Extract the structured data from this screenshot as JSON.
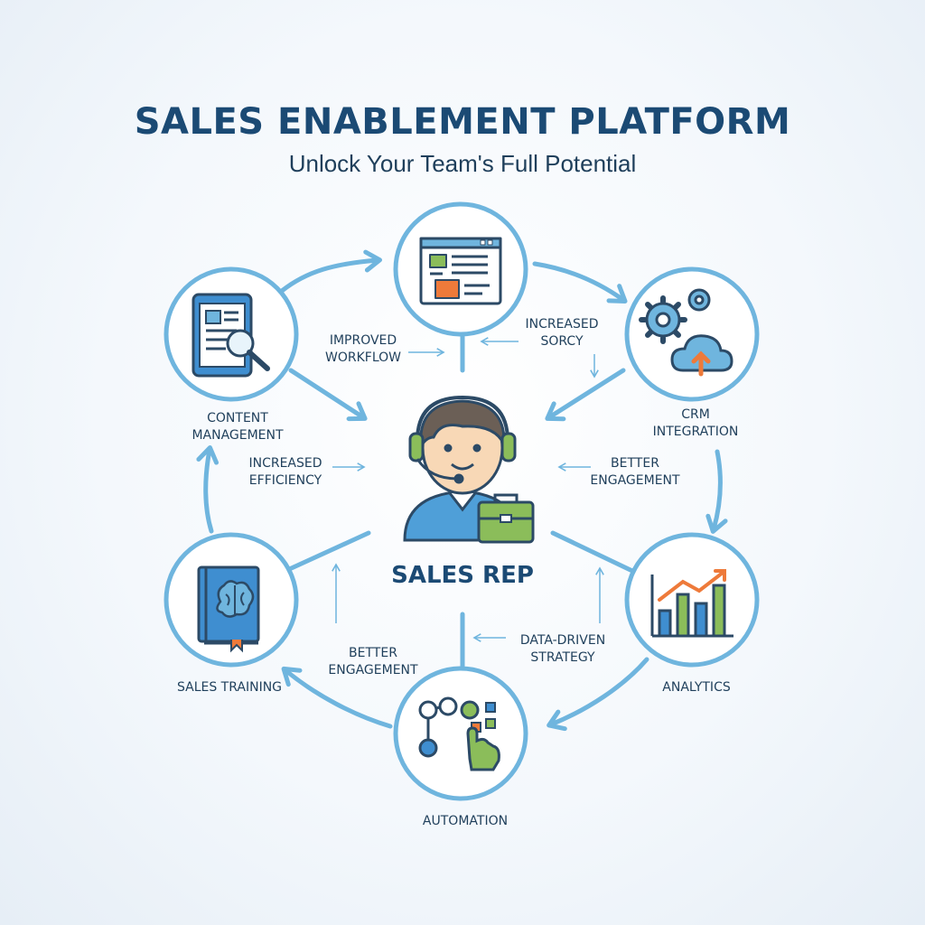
{
  "header": {
    "title": "SALES ENABLEMENT PLATFORM",
    "subtitle": "Unlock Your Team's Full Potential"
  },
  "center": {
    "label": "SALES REP",
    "icon": "sales-rep-headset-icon"
  },
  "nodes": [
    {
      "id": "top",
      "label": "",
      "icon": "content-window-icon"
    },
    {
      "id": "crm",
      "label": "CRM\nINTEGRATION",
      "icon": "gears-cloud-upload-icon"
    },
    {
      "id": "analytics",
      "label": "ANALYTICS",
      "icon": "bar-chart-trend-icon"
    },
    {
      "id": "automation",
      "label": "AUTOMATION",
      "icon": "automation-hand-icon"
    },
    {
      "id": "training",
      "label": "SALES TRAINING",
      "icon": "brain-book-icon"
    },
    {
      "id": "content",
      "label": "CONTENT\nMANAGEMENT",
      "icon": "tablet-search-icon"
    }
  ],
  "benefits": [
    {
      "id": "improved-workflow",
      "text": "IMPROVED\nWORKFLOW"
    },
    {
      "id": "increased-sorcy",
      "text": "INCREASED\nSORCY"
    },
    {
      "id": "increased-efficiency",
      "text": "INCREASED\nEFFICIENCY"
    },
    {
      "id": "better-engagement-right",
      "text": "BETTER\nENGAGEMENT"
    },
    {
      "id": "better-engagement-left",
      "text": "BETTER\nENGAGEMENT"
    },
    {
      "id": "data-driven-strategy",
      "text": "DATA-DRIVEN\nSTRATEGY"
    }
  ],
  "colors": {
    "title": "#1b4a74",
    "text": "#1f3f5b",
    "accent_blue": "#6fb5de",
    "icon_blue": "#3f8ed0",
    "icon_green": "#8bbd5a",
    "icon_orange": "#ee7a3a",
    "outline": "#2c4a66"
  }
}
